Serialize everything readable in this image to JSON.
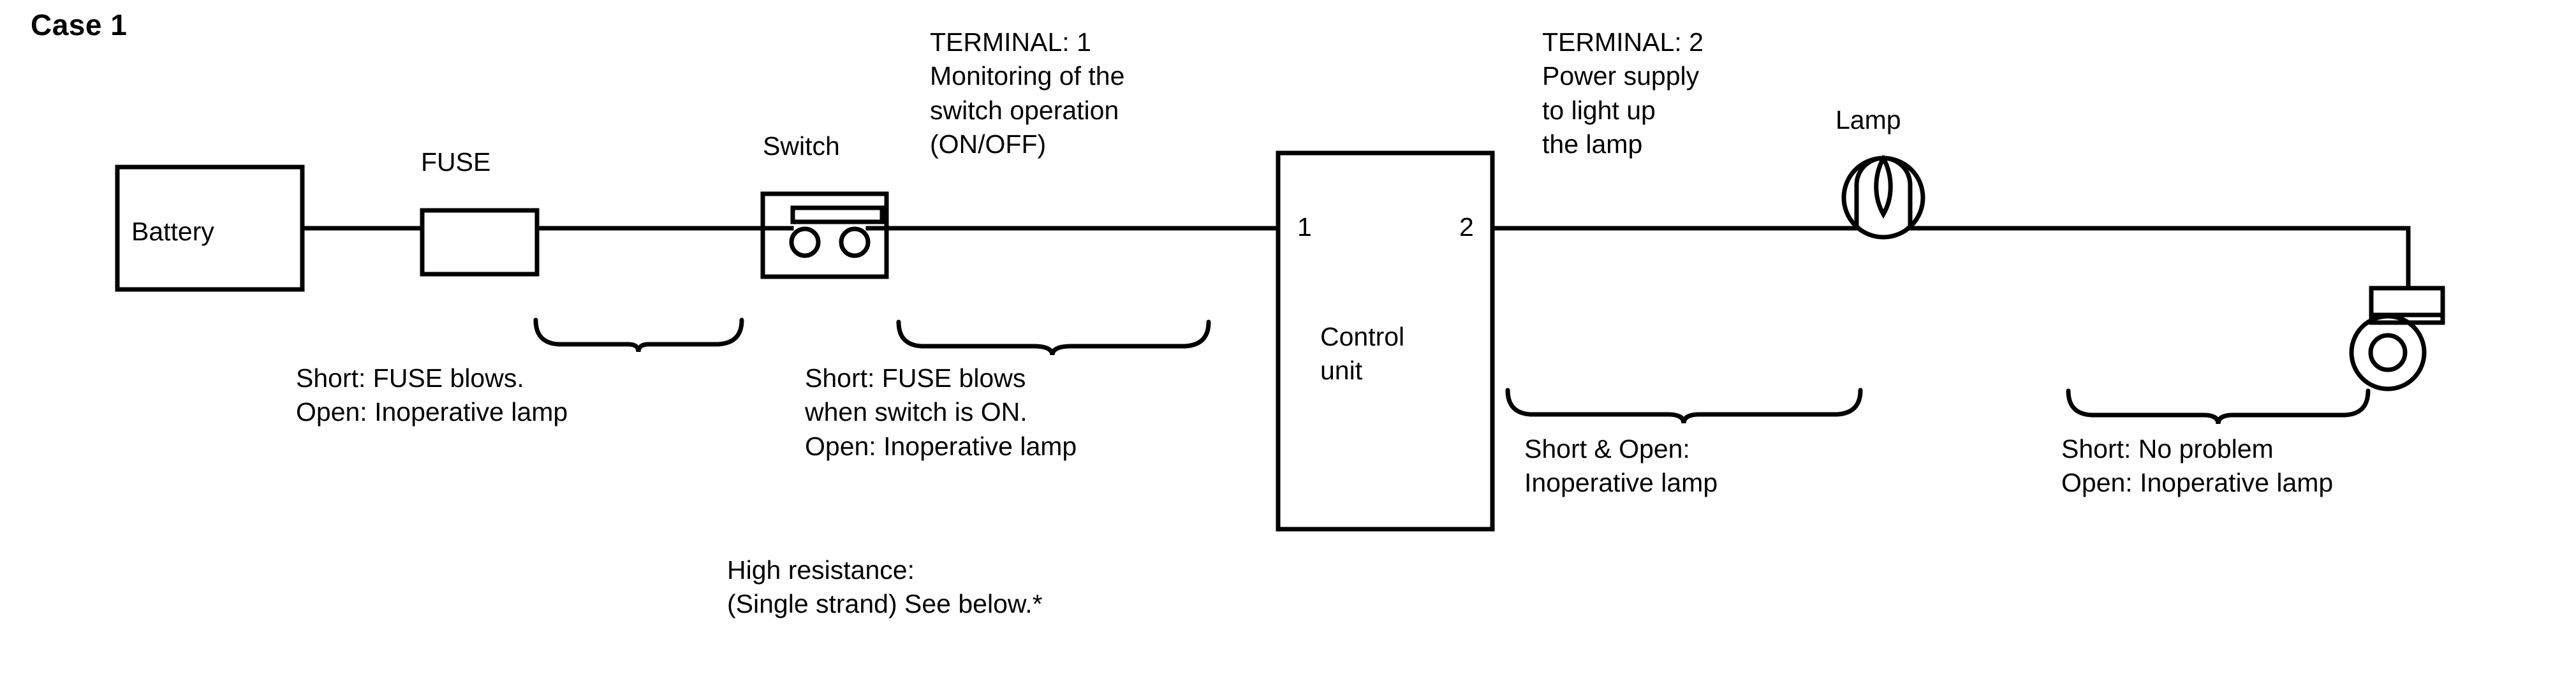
{
  "title": "Case 1",
  "components": {
    "battery": {
      "label": "Battery"
    },
    "fuse": {
      "label": "FUSE"
    },
    "switch": {
      "label": "Switch"
    },
    "control_unit": {
      "label_line1": "Control",
      "label_line2": "unit",
      "pin_left": "1",
      "pin_right": "2"
    },
    "lamp": {
      "label": "Lamp"
    },
    "ground": {
      "label": ""
    }
  },
  "terminal_notes": {
    "terminal1": {
      "line1": "TERMINAL: 1",
      "line2": "Monitoring of the",
      "line3": "switch operation",
      "line4": "(ON/OFF)"
    },
    "terminal2": {
      "line1": "TERMINAL: 2",
      "line2": "Power supply",
      "line3": "to light up",
      "line4": "the lamp"
    }
  },
  "fault_notes": [
    {
      "id": "battery-to-fuse",
      "line1": "Short: FUSE blows.",
      "line2": "Open: Inoperative lamp"
    },
    {
      "id": "fuse-to-switch",
      "line1": "Short: FUSE blows",
      "line2": "when switch is ON.",
      "line3": "Open: Inoperative lamp"
    },
    {
      "id": "terminal2-to-lamp",
      "line1": "Short & Open:",
      "line2": "Inoperative lamp"
    },
    {
      "id": "lamp-to-ground",
      "line1": "Short: No problem",
      "line2": "Open: Inoperative lamp"
    }
  ],
  "high_resistance_note": {
    "line1": "High resistance:",
    "line2": "(Single strand) See below.*"
  }
}
